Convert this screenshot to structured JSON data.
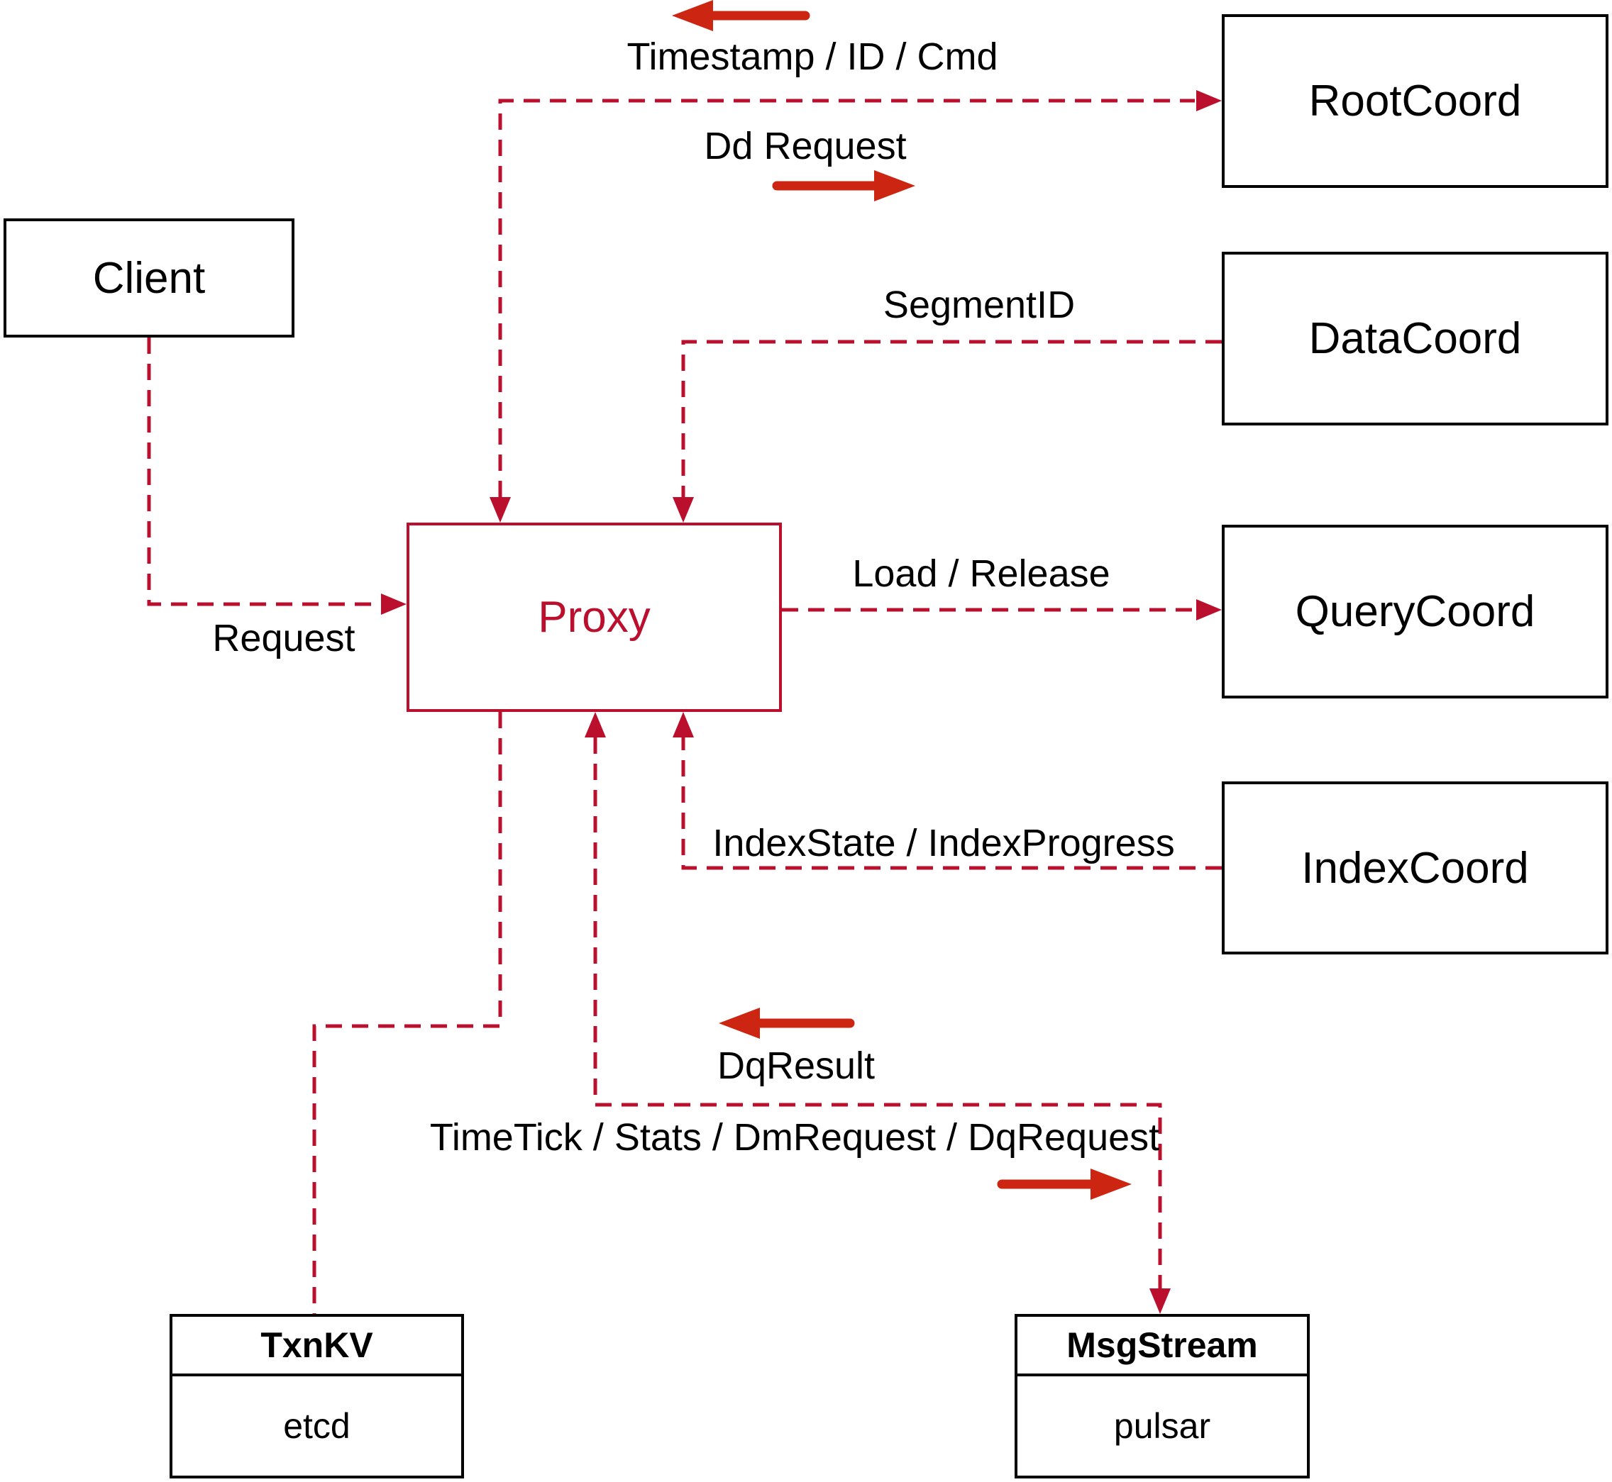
{
  "nodes": {
    "client": {
      "label": "Client"
    },
    "proxy": {
      "label": "Proxy"
    },
    "root_coord": {
      "label": "RootCoord"
    },
    "data_coord": {
      "label": "DataCoord"
    },
    "query_coord": {
      "label": "QueryCoord"
    },
    "index_coord": {
      "label": "IndexCoord"
    },
    "txn_kv": {
      "title": "TxnKV",
      "impl": "etcd"
    },
    "msg_stream": {
      "title": "MsgStream",
      "impl": "pulsar"
    }
  },
  "edges": {
    "proxy_rootcoord": {
      "label_return": "Timestamp / ID / Cmd",
      "label_send": "Dd Request"
    },
    "datacoord_proxy": {
      "label": "SegmentID"
    },
    "proxy_querycoord": {
      "label": "Load / Release"
    },
    "indexcoord_proxy": {
      "label": "IndexState / IndexProgress"
    },
    "client_proxy": {
      "label": "Request"
    },
    "proxy_msgstream": {
      "label_return": "DqResult",
      "label_send": "TimeTick / Stats / DmRequest / DqRequest"
    }
  },
  "colors": {
    "connector_red": "#bb0f2e",
    "solid_arrow_red": "#cc2512",
    "box_border_black": "#000000",
    "text_black": "#000000",
    "background": "#ffffff"
  }
}
